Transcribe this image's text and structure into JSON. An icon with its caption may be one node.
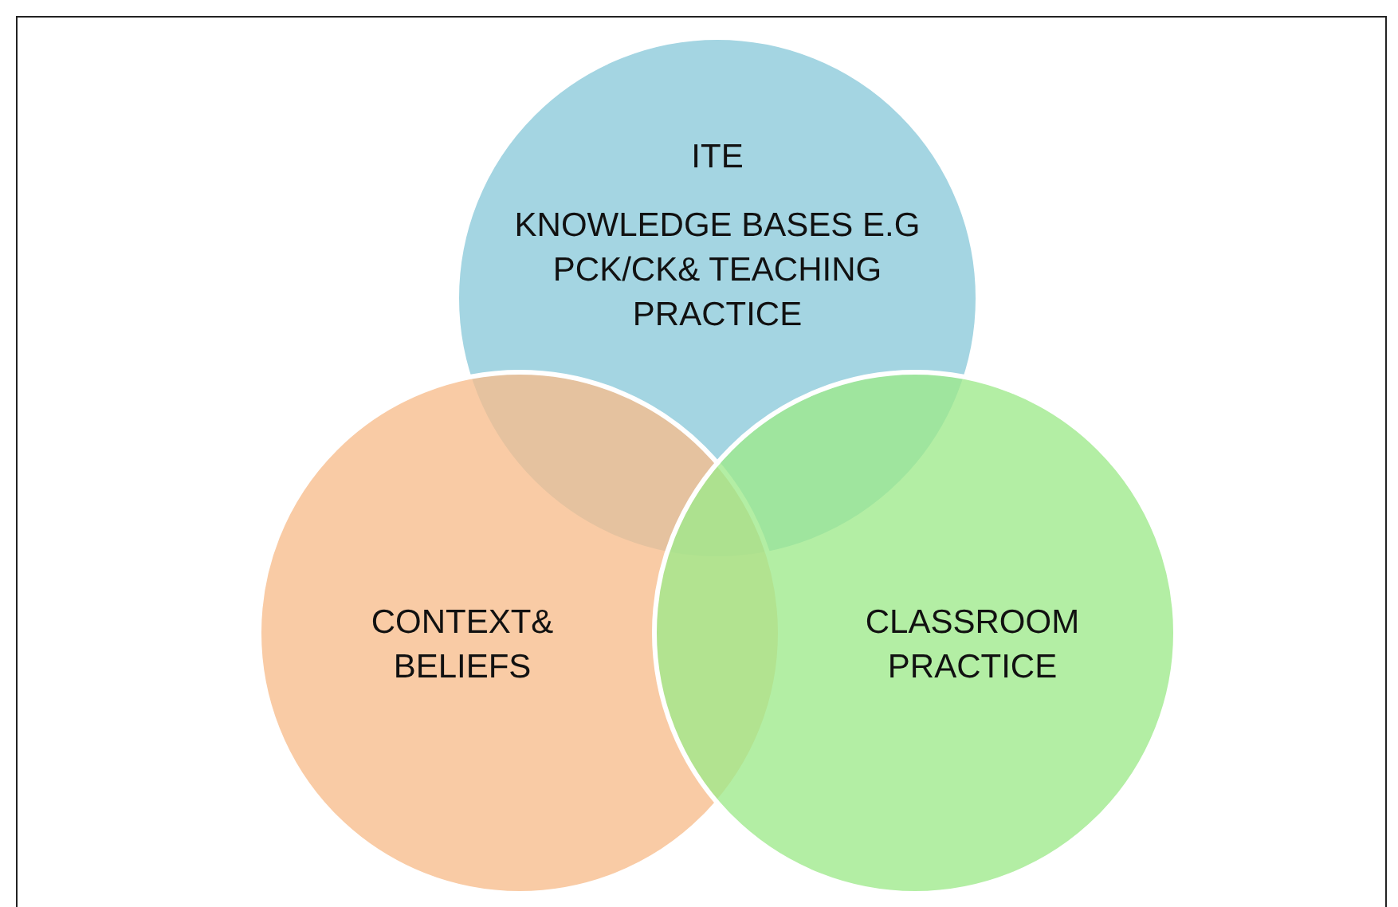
{
  "diagram": {
    "nodes": [
      {
        "text": [
          "ITE",
          "KNOWLEDGE BASES E.G PCK/CK& TEACHING PRACTICE"
        ]
      },
      {
        "text": [
          "CONTEXT& BELIEFS"
        ]
      },
      {
        "text": [
          "CLASSROOM PRACTICE"
        ]
      }
    ],
    "edges": []
  }
}
